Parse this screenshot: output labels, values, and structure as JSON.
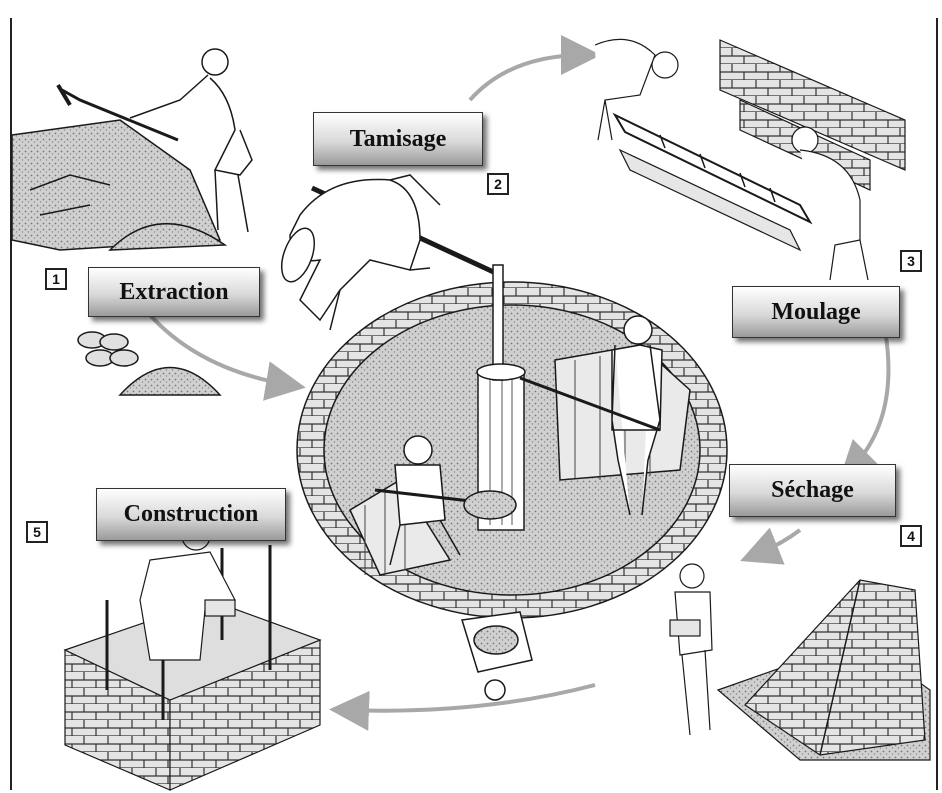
{
  "steps": [
    {
      "number": "1",
      "label": "Extraction"
    },
    {
      "number": "2",
      "label": "Tamisage"
    },
    {
      "number": "3",
      "label": "Moulage"
    },
    {
      "number": "4",
      "label": "Séchage"
    },
    {
      "number": "5",
      "label": "Construction"
    }
  ],
  "colors": {
    "arrow": "#a8a8a8",
    "line": "#1a1a1a",
    "earth": "#b8b8b8",
    "label_top": "#ffffff",
    "label_bottom": "#9a9a9a"
  }
}
